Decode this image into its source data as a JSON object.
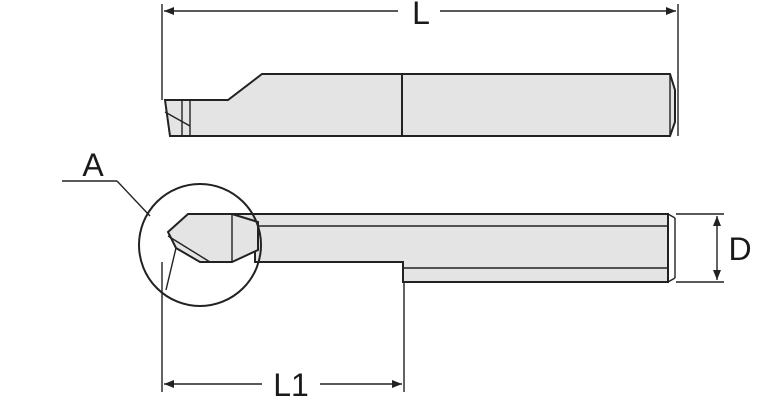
{
  "labels": {
    "overall_length": "L",
    "detail": "A",
    "diameter": "D",
    "insert_length": "L1"
  },
  "colors": {
    "line": "#222222",
    "fill": "#e4e4e4",
    "background": "#ffffff"
  }
}
